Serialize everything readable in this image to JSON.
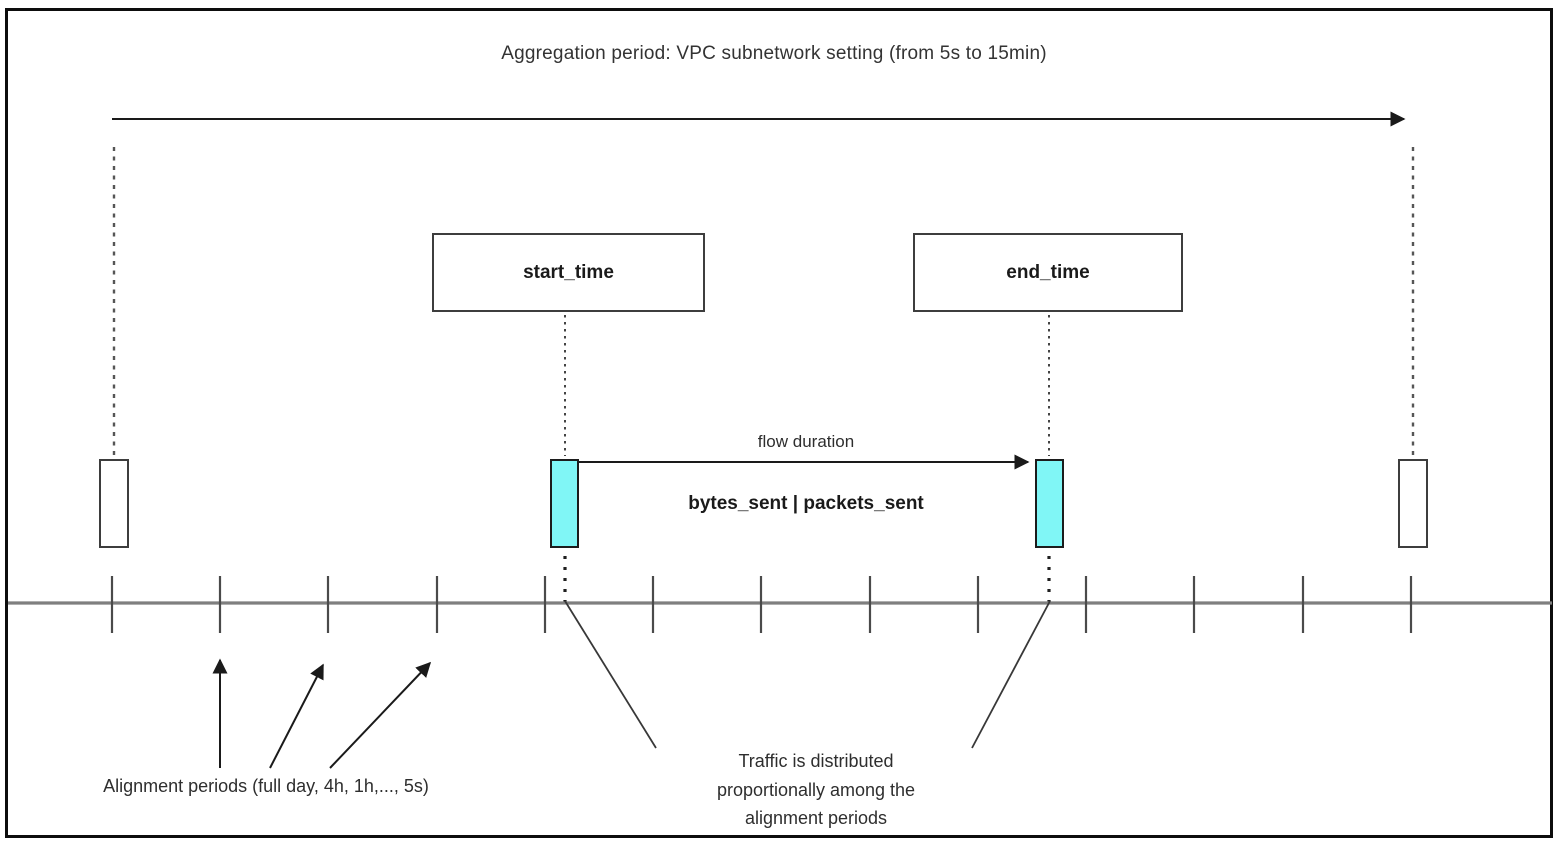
{
  "diagram": {
    "title": "Aggregation period: VPC subnetwork setting (from 5s to 15min)",
    "start_box": {
      "label": "start_time"
    },
    "end_box": {
      "label": "end_time"
    },
    "flow": {
      "duration_label": "flow duration",
      "metrics_label": "bytes_sent | packets_sent"
    },
    "alignment": {
      "label": "Alignment periods (full day, 4h, 1h,..., 5s)"
    },
    "traffic_note": {
      "lines": [
        "Traffic is distributed",
        "proportionally among the",
        "alignment periods"
      ]
    },
    "colors": {
      "flow_marker_fill": "#80f6f6",
      "boundary_marker_fill": "#ffffff",
      "timeline": "#7f7f7f",
      "line": "#1a1a1a",
      "border": "#0d0d0d"
    }
  }
}
